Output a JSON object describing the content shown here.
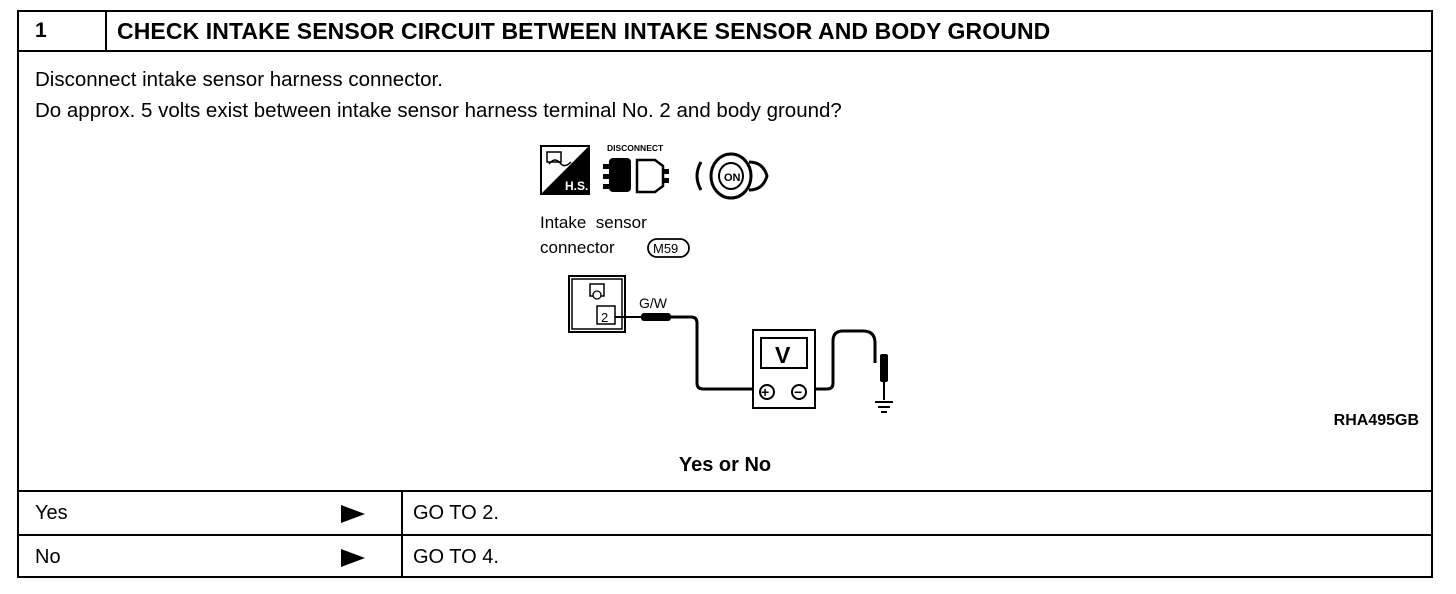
{
  "step": {
    "number": "1",
    "title": "CHECK INTAKE SENSOR CIRCUIT BETWEEN INTAKE SENSOR AND BODY GROUND"
  },
  "instructions": {
    "line1": "Disconnect intake sensor harness connector.",
    "line2": "Do approx. 5 volts exist between intake sensor harness terminal No. 2 and body ground?"
  },
  "figure": {
    "icon_hs_label": "H.S.",
    "icon_disconnect_label": "DISCONNECT",
    "icon_key_label": "ON",
    "connector_label_line1": "Intake  sensor",
    "connector_label_line2": "connector",
    "connector_id": "M59",
    "terminal_number": "2",
    "wire_color": "G/W",
    "meter_label": "V",
    "meter_positive": "+",
    "meter_negative": "−",
    "reference_code": "RHA495GB"
  },
  "prompt": "Yes or No",
  "results": [
    {
      "answer": "Yes",
      "action": "GO TO 2."
    },
    {
      "answer": "No",
      "action": "GO TO 4."
    }
  ],
  "icons": [
    "hand-service-icon",
    "disconnect-connector-icon",
    "ignition-key-on-icon",
    "arrow-right-icon",
    "ground-icon"
  ]
}
